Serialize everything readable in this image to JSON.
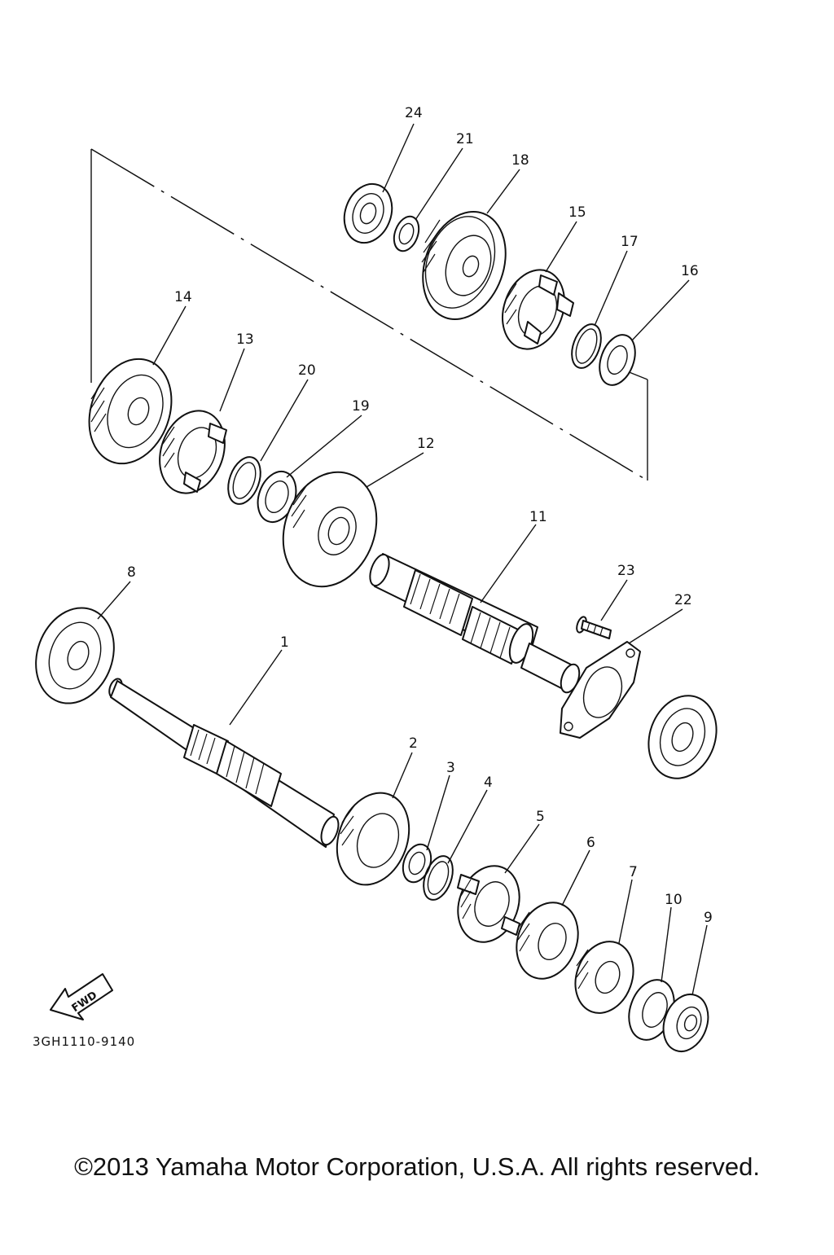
{
  "diagram": {
    "part_labels": [
      "1",
      "2",
      "3",
      "4",
      "5",
      "6",
      "7",
      "8",
      "9",
      "10",
      "11",
      "12",
      "13",
      "14",
      "15",
      "16",
      "17",
      "18",
      "19",
      "20",
      "21",
      "22",
      "23",
      "24"
    ],
    "direction_badge": "FWD",
    "drawing_code": "3GH1110-9140"
  },
  "footer": {
    "copyright": "©2013 Yamaha Motor Corporation, U.S.A. All rights reserved."
  }
}
